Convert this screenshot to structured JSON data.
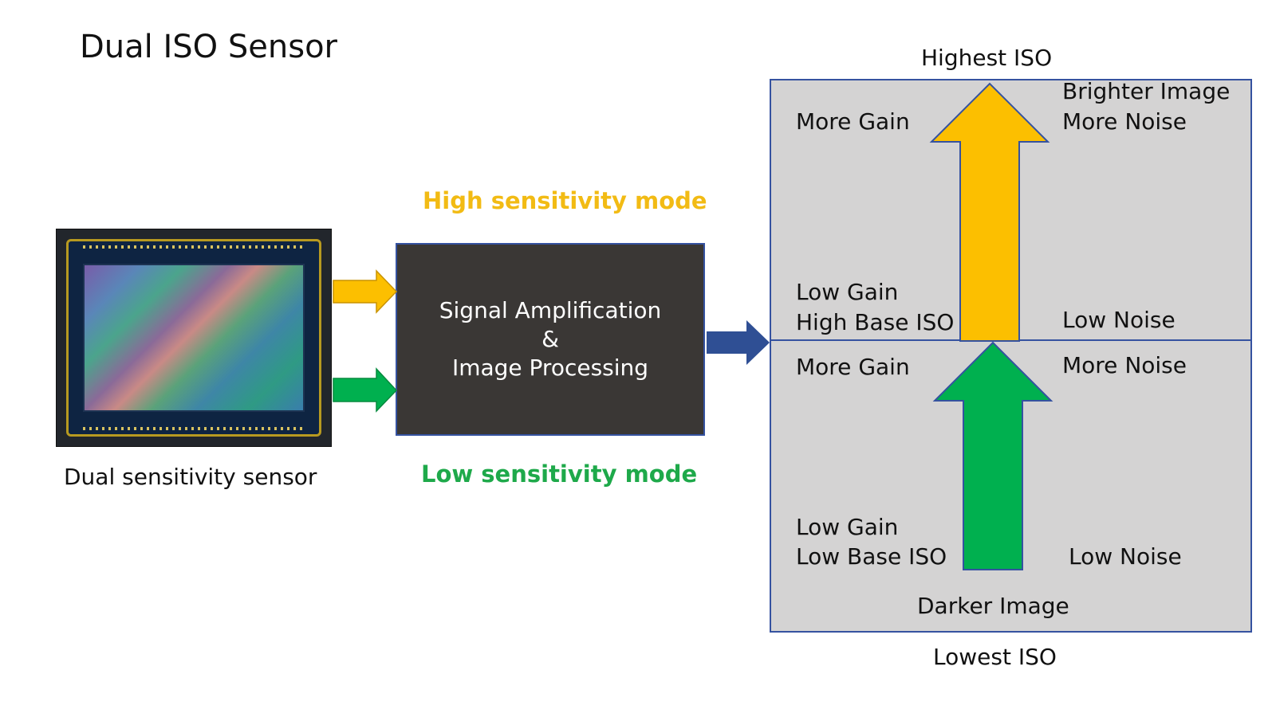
{
  "title": "Dual ISO Sensor",
  "sensor": {
    "caption": "Dual sensitivity sensor"
  },
  "modes": {
    "high": "High sensitivity mode",
    "low": "Low sensitivity mode"
  },
  "process_box": {
    "line1": "Signal Amplification",
    "line2": "&",
    "line3": "Image Processing"
  },
  "iso_panel": {
    "top_label": "Highest ISO",
    "bottom_label": "Lowest ISO",
    "upper": {
      "more_gain": "More Gain",
      "brighter_image": "Brighter Image",
      "more_noise": "More Noise",
      "low_gain": "Low Gain",
      "high_base_iso": "High Base ISO",
      "low_noise": "Low Noise"
    },
    "lower": {
      "more_gain": "More Gain",
      "more_noise": "More Noise",
      "low_gain": "Low Gain",
      "low_base_iso": "Low Base ISO",
      "low_noise": "Low Noise",
      "darker_image": "Darker Image"
    }
  },
  "colors": {
    "high_mode": "#f2bb14",
    "low_mode": "#1ea94a",
    "yellow_arrow": "#fcbf00",
    "green_arrow": "#00b04f",
    "blue_arrow": "#2f4f94",
    "process_box": "#3a3735",
    "panel_bg": "#d4d3d3",
    "panel_border": "#3552a0"
  }
}
